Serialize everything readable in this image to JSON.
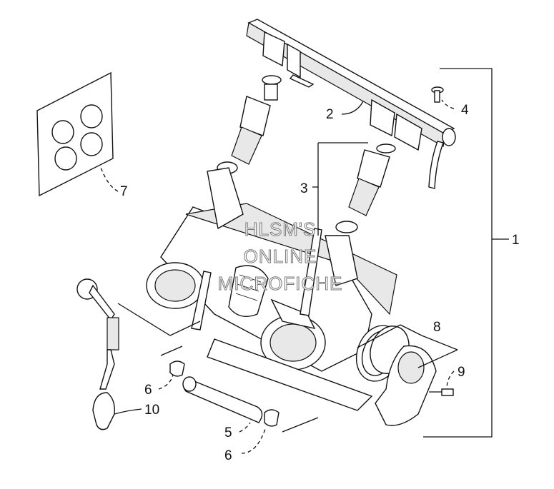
{
  "callouts": {
    "c1": "1",
    "c2": "2",
    "c3": "3",
    "c4": "4",
    "c5": "5",
    "c6a": "6",
    "c6b": "6",
    "c7": "7",
    "c8": "8",
    "c9": "9",
    "c10": "10"
  },
  "watermark": {
    "line1": "HLSM'S",
    "line2": "ONLINE",
    "line3": "MICROFICHE"
  }
}
